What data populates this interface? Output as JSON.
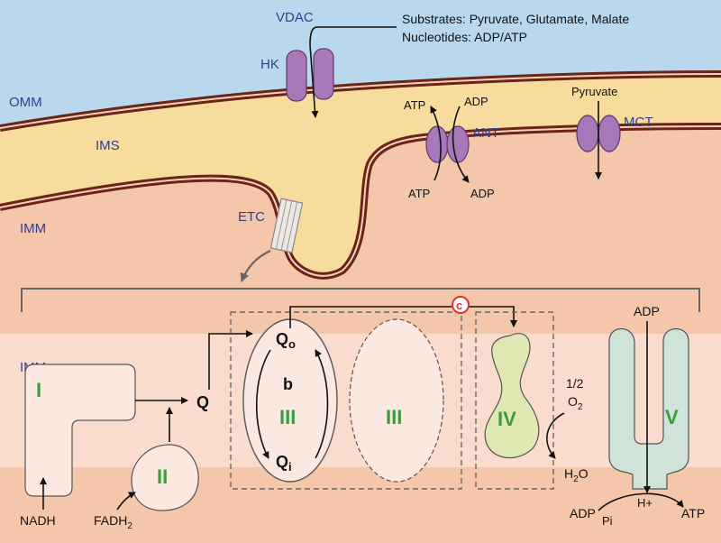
{
  "colors": {
    "sky": "#b9d8ee",
    "ims": "#f7dc9e",
    "membrane": "#6b2416",
    "matrix": "#f4c6aa",
    "band": "#f9dccd",
    "channel": "#a878b8",
    "complex_fill": "#fbe9e1",
    "complex_iv": "#dfe7b2",
    "complex_v": "#cfe3d8",
    "green_text": "#3c9b3c",
    "cyt_c": "#e53030"
  },
  "labels": {
    "vdac": "VDAC",
    "hk": "HK",
    "omm": "OMM",
    "ims": "IMS",
    "imm_top": "IMM",
    "imm_bottom": "IMM",
    "etc": "ETC",
    "ant": "ANT",
    "mct": "MCT"
  },
  "top_text": {
    "substrates": "Substrates: Pyruvate, Glutamate, Malate",
    "nucleotides": "Nucleotides: ADP/ATP"
  },
  "transport": {
    "atp_out": "ATP",
    "adp_in": "ADP",
    "atp_in": "ATP",
    "adp_out": "ADP",
    "pyruvate": "Pyruvate"
  },
  "complexes": {
    "i": "I",
    "ii": "II",
    "iii_a": "III",
    "iii_b": "III",
    "iv": "IV",
    "v": "V"
  },
  "chain": {
    "q": "Q",
    "qo_main": "Q",
    "qo_sub": "o",
    "b": "b",
    "qi_main": "Q",
    "qi_sub": "i",
    "cyt_c": "c",
    "nadh": "NADH",
    "fadh_main": "FADH",
    "fadh_sub": "2",
    "half": "1/2",
    "o2_main": "O",
    "o2_sub": "2",
    "h2o_pre": "H",
    "h2o_sub": "2",
    "h2o_post": "O",
    "adp_top": "ADP",
    "adp_bottom": "ADP",
    "pi": "Pi",
    "h_plus": "H+",
    "atp_final": "ATP"
  }
}
